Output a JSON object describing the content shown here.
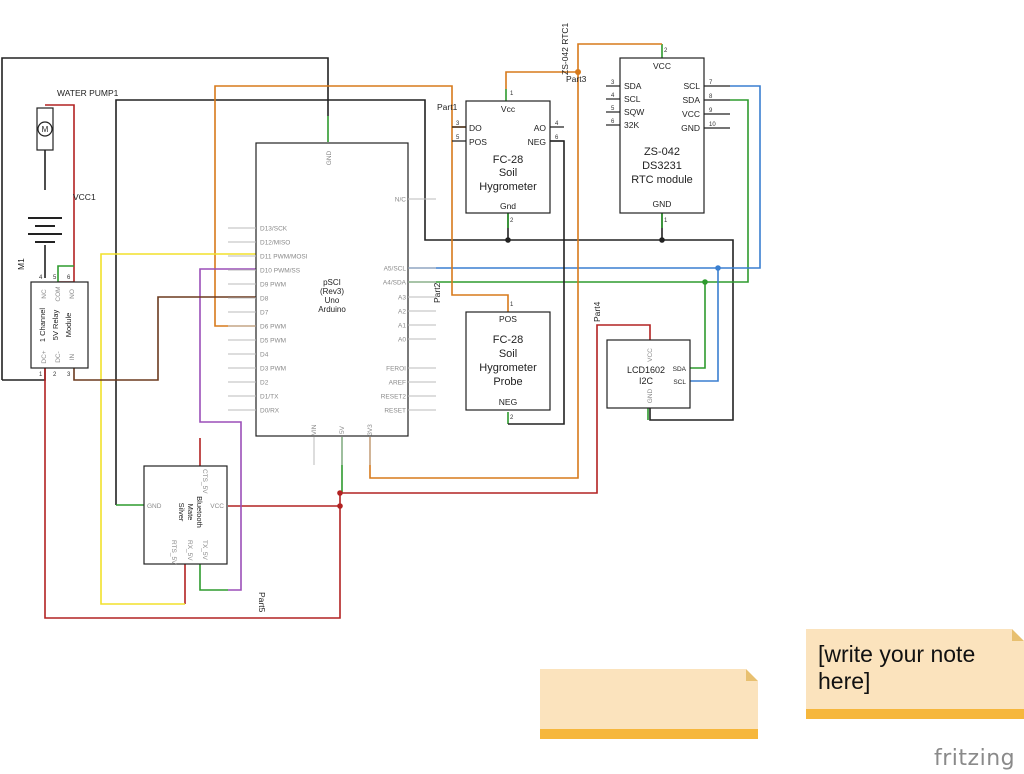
{
  "arduino": {
    "title": "pSCI",
    "subtitle": "(Rev3)",
    "line3": "Uno",
    "line4": "Arduino",
    "gnd": "GND",
    "left_pins": [
      "D13/SCK",
      "D12/MISO",
      "D11 PWM/MOSI",
      "D10 PWM/SS",
      "D9 PWM",
      "D8",
      "D7",
      "D6 PWM",
      "D5 PWM",
      "D4",
      "D3 PWM",
      "D2",
      "D1/TX",
      "D0/RX"
    ],
    "right_pins": [
      "N/C",
      "A5/SCL",
      "A4/SDA",
      "A3",
      "A2",
      "A1",
      "A0",
      "FEROI",
      "AREF",
      "RESET2",
      "RESET"
    ],
    "bottom_pins": [
      "VIN",
      "5V",
      "3V3"
    ]
  },
  "hygrometer": {
    "part": "Part1",
    "line1": "FC-28",
    "line2": "Soil",
    "line3": "Hygrometer",
    "vcc": "Vcc",
    "do": "DO",
    "pos": "POS",
    "ao": "AO",
    "neg": "NEG",
    "gnd": "Gnd",
    "n1": "1",
    "n2": "2",
    "n3": "3",
    "n4": "4",
    "n5": "5",
    "n6": "6"
  },
  "probe": {
    "part": "Part2",
    "line1": "FC-28",
    "line2": "Soil",
    "line3": "Hygrometer",
    "line4": "Probe",
    "pos": "POS",
    "neg": "NEG",
    "n1": "1",
    "n2": "2"
  },
  "rtc": {
    "part": "Part3",
    "label": "ZS-042 RTC1",
    "line1": "ZS-042",
    "line2": "DS3231",
    "line3": "RTC module",
    "vcc": "VCC",
    "gnd": "GND",
    "left_pins": [
      "SDA",
      "SCL",
      "SQW",
      "32K"
    ],
    "left_nums": [
      "3",
      "4",
      "5",
      "6"
    ],
    "right_pins": [
      "SCL",
      "SDA",
      "VCC",
      "GND"
    ],
    "right_nums": [
      "7",
      "8",
      "9",
      "10"
    ],
    "n1": "1",
    "n2": "2"
  },
  "lcd": {
    "part": "Part4",
    "line1": "LCD1602",
    "line2": "I2C",
    "vcc": "VCC",
    "gnd": "GND",
    "sda": "SDA",
    "scl": "SCL"
  },
  "relay": {
    "part": "M1",
    "line1": "1 Channel",
    "line2": "5V Relay",
    "line3": "Module",
    "nc": "NC",
    "com": "COM",
    "no": "NO",
    "dcp": "DC+",
    "dcm": "DC-",
    "in": "IN",
    "n1": "1",
    "n2": "2",
    "n3": "3",
    "n4": "4",
    "n5": "5",
    "n6": "6"
  },
  "pump": {
    "label": "WATER PUMP1",
    "motor": "M"
  },
  "battery": {
    "label": "VCC1"
  },
  "bluetooth": {
    "part": "Part5",
    "line1": "Bluetooth",
    "line2": "Mate",
    "line3": "Silver",
    "gnd": "GND",
    "vcc": "VCC",
    "cts": "CTS_5V",
    "rts": "RTS_5V",
    "rx": "RX_5V",
    "tx": "TX_5V"
  },
  "notes": {
    "note2": "[write your note here]"
  },
  "brand": "fritzing",
  "colors": {
    "black": "#222222",
    "red": "#b22222",
    "green": "#2e9b2e",
    "orange": "#d77a1c",
    "yellow": "#f2e12b",
    "purple": "#9b4fb8",
    "blue": "#3a7fd0",
    "brown": "#6b3a1f",
    "note_bg": "#fbe3bd",
    "note_bar": "#f6b73c"
  }
}
